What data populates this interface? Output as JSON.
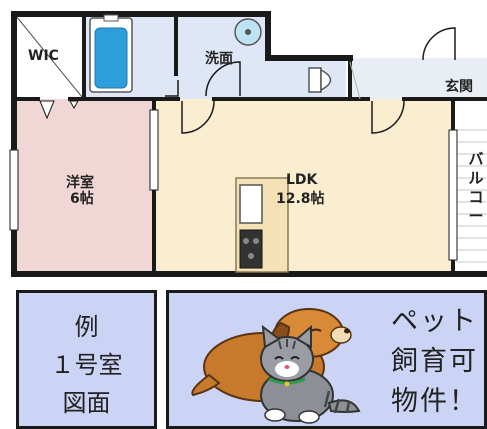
{
  "floorplan": {
    "rooms": {
      "wic": "WIC",
      "washroom": "洗面",
      "entrance": "玄関",
      "western_room_name": "洋室",
      "western_room_size": "6帖",
      "ldk_name": "LDK",
      "ldk_size": "12.8帖",
      "balcony": "バルコー"
    },
    "colors": {
      "wall": "#1a1a1a",
      "western_room_floor": "#f1d6d6",
      "ldk_floor": "#fbeed0",
      "wet_area_floor": "#dfe7f6",
      "entrance_floor": "#e8eef3",
      "bath": "#2c9fdb",
      "panel_blue": "#ccd4f6"
    }
  },
  "info_panel": {
    "lines": [
      "例",
      "１号室",
      "図面"
    ]
  },
  "pet_panel": {
    "lines": [
      "ペット",
      "飼育可",
      "物件！"
    ]
  }
}
